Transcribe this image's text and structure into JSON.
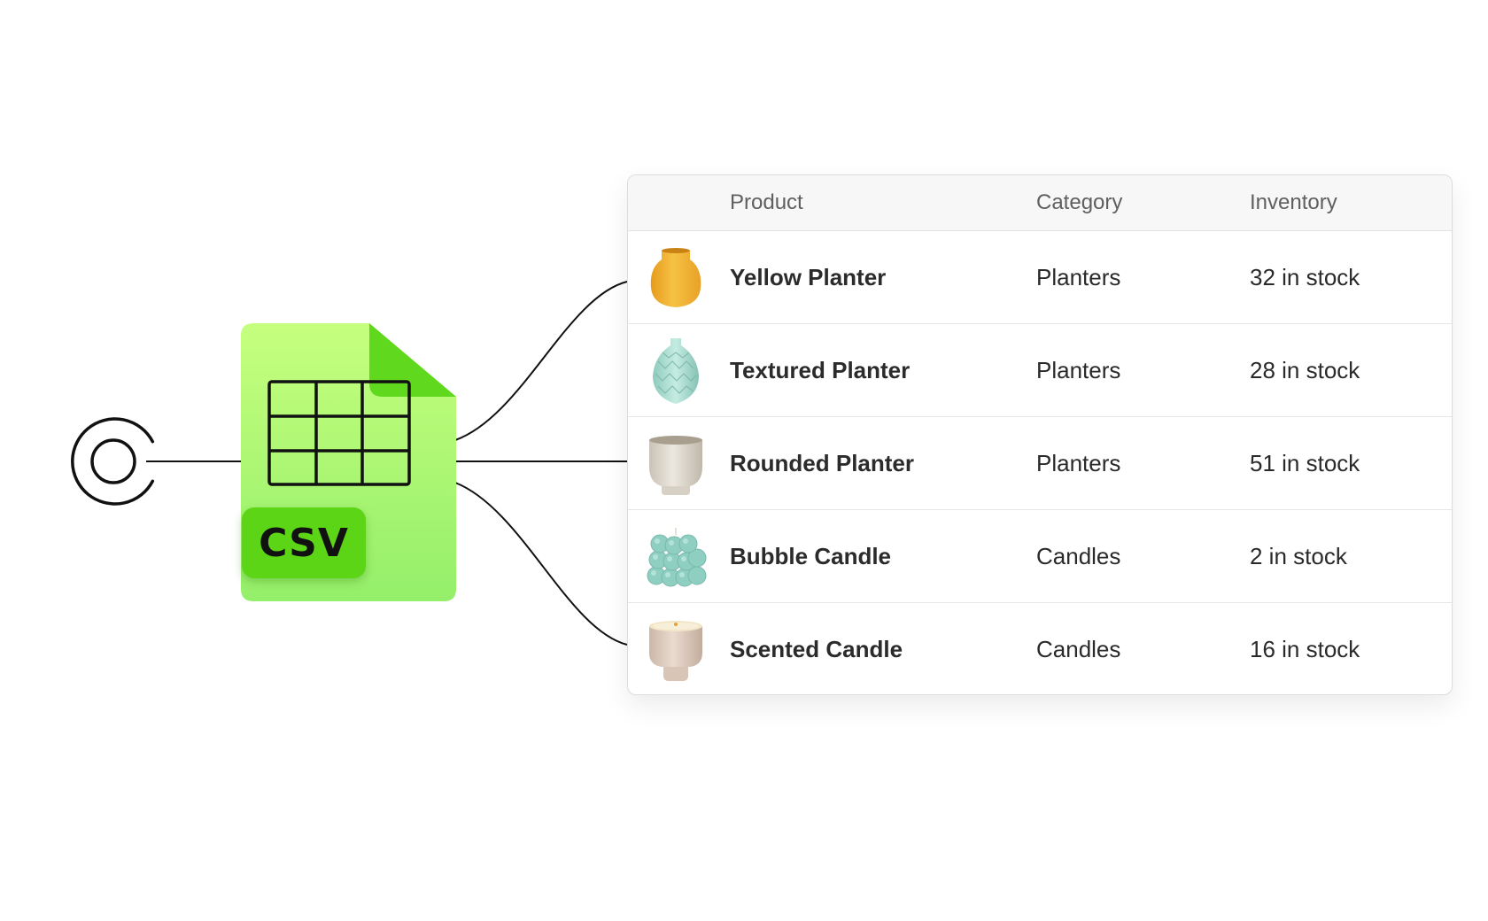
{
  "file_badge": {
    "label": "CSV"
  },
  "table": {
    "headers": {
      "product": "Product",
      "category": "Category",
      "inventory": "Inventory"
    },
    "rows": [
      {
        "name": "Yellow Planter",
        "category": "Planters",
        "inventory": "32 in stock",
        "thumb": "yellow-planter-image"
      },
      {
        "name": "Textured Planter",
        "category": "Planters",
        "inventory": "28 in stock",
        "thumb": "textured-planter-image"
      },
      {
        "name": "Rounded Planter",
        "category": "Planters",
        "inventory": "51 in stock",
        "thumb": "rounded-planter-image"
      },
      {
        "name": "Bubble Candle",
        "category": "Candles",
        "inventory": "2 in stock",
        "thumb": "bubble-candle-image"
      },
      {
        "name": "Scented Candle",
        "category": "Candles",
        "inventory": "16 in stock",
        "thumb": "scented-candle-image"
      }
    ]
  },
  "colors": {
    "file_green_light": "#c6ff7e",
    "file_green": "#96ef66",
    "badge_green": "#5cd517",
    "table_header_bg": "#f7f7f7"
  }
}
